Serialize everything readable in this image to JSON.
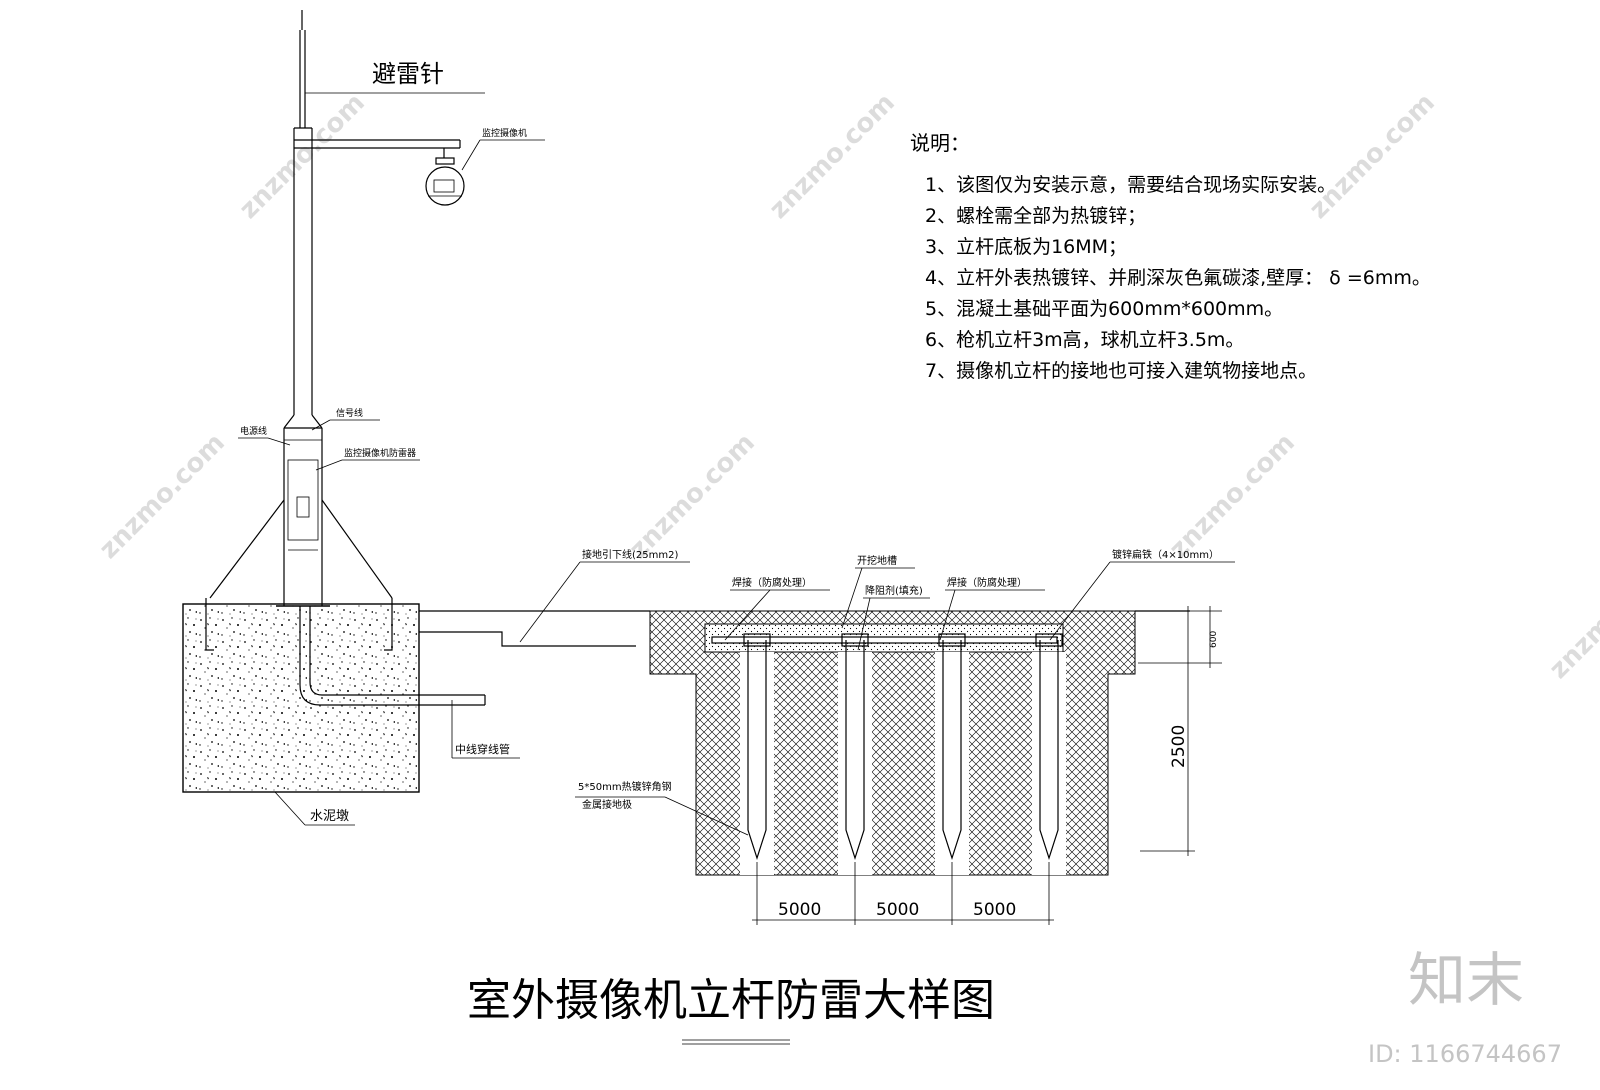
{
  "drawing": {
    "title": "室外摄像机立杆防雷大样图",
    "labels": {
      "lightning_rod": "避雷针",
      "camera": "监控摄像机",
      "signal_line": "信号线",
      "power_line": "电源线",
      "surge_protector": "监控摄像机防雷器",
      "down_conductor": "接地引下线(25mm2)",
      "conduit": "中线穿线管",
      "concrete_pier": "水泥墩",
      "weld_left": "焊接（防腐处理）",
      "trench": "开挖地槽",
      "resistance_agent": "降阻剂(填充)",
      "weld_right": "焊接（防腐处理）",
      "flat_steel": "镀锌扁铁（4×10mm）",
      "angle_steel_line1": "5*50mm热镀锌角钢",
      "angle_steel_line2": "金属接地极"
    },
    "dimensions": {
      "depth_600": "600",
      "depth_2500": "2500",
      "spacing": [
        "5000",
        "5000",
        "5000"
      ]
    }
  },
  "notes": {
    "heading": "说明：",
    "items": [
      "1、该图仅为安装示意，需要结合现场实际安装。",
      "2、螺栓需全部为热镀锌；",
      "3、立杆底板为16MM；",
      "4、立杆外表热镀锌、并刷深灰色氟碳漆,壁厚： δ =6mm。",
      "5、混凝土基础平面为600mm*600mm。",
      "6、枪机立杆3m高，球机立杆3.5m。",
      "7、摄像机立杆的接地也可接入建筑物接地点。"
    ]
  },
  "watermark": {
    "text": "znzmo.com",
    "brand": "知末",
    "id_text": "ID: 1166744667"
  },
  "colors": {
    "line": "#000000",
    "watermark": "#d8d8d8",
    "brand": "#c8c8c8"
  }
}
